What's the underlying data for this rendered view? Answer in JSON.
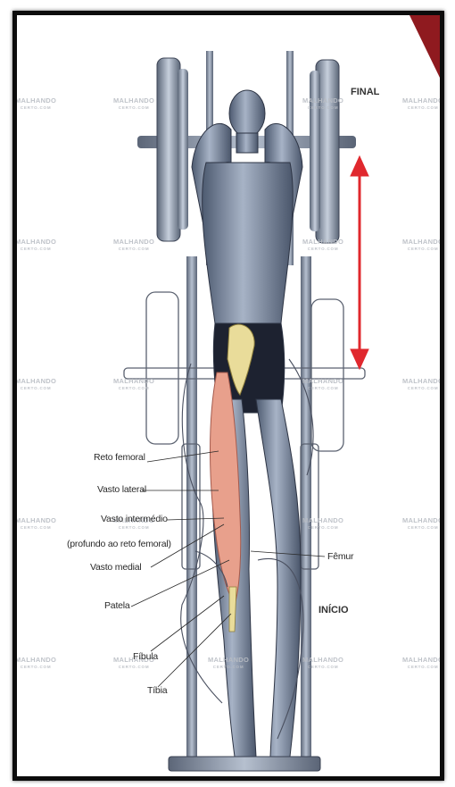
{
  "states": {
    "final": "FINAL",
    "start": "INÍCIO"
  },
  "watermark": {
    "brand": "MALHANDO",
    "sub": "CERTO.COM"
  },
  "labels": {
    "reto_femoral": "Reto femoral",
    "vasto_lateral": "Vasto lateral",
    "vasto_intermedio": "Vasto intermédio",
    "vasto_intermedio_note": "(profundo ao reto femoral)",
    "vasto_medial": "Vasto medial",
    "patela": "Patela",
    "fibula": "Fíbula",
    "tibia": "Tíbia",
    "femur": "Fêmur"
  },
  "colors": {
    "arrow": "#e0282e",
    "muscle_highlight": "#e8a08c",
    "bone": "#e9dc9a",
    "machine": "#8d98aa",
    "corner": "#8f1a1f"
  }
}
